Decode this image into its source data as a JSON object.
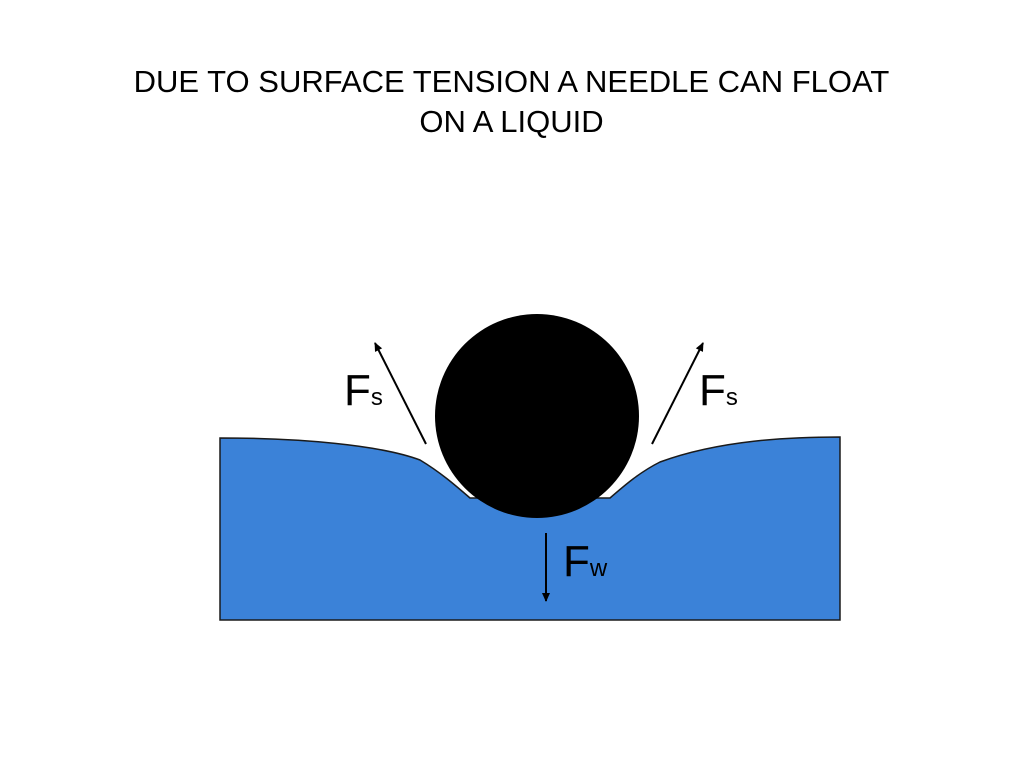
{
  "slide": {
    "title_line1": "DUE TO SURFACE TENSION  A NEEDLE CAN FLOAT",
    "title_line2": "ON A LIQUID"
  },
  "diagram": {
    "colors": {
      "liquid": "#3b82d8",
      "needle": "#000000",
      "outline": "#1a1a1a",
      "arrow": "#000000"
    },
    "forces": {
      "left": {
        "symbol": "F",
        "subscript": "s"
      },
      "right": {
        "symbol": "F",
        "subscript": "s"
      },
      "weight": {
        "symbol": "F",
        "subscript": "w"
      }
    }
  }
}
